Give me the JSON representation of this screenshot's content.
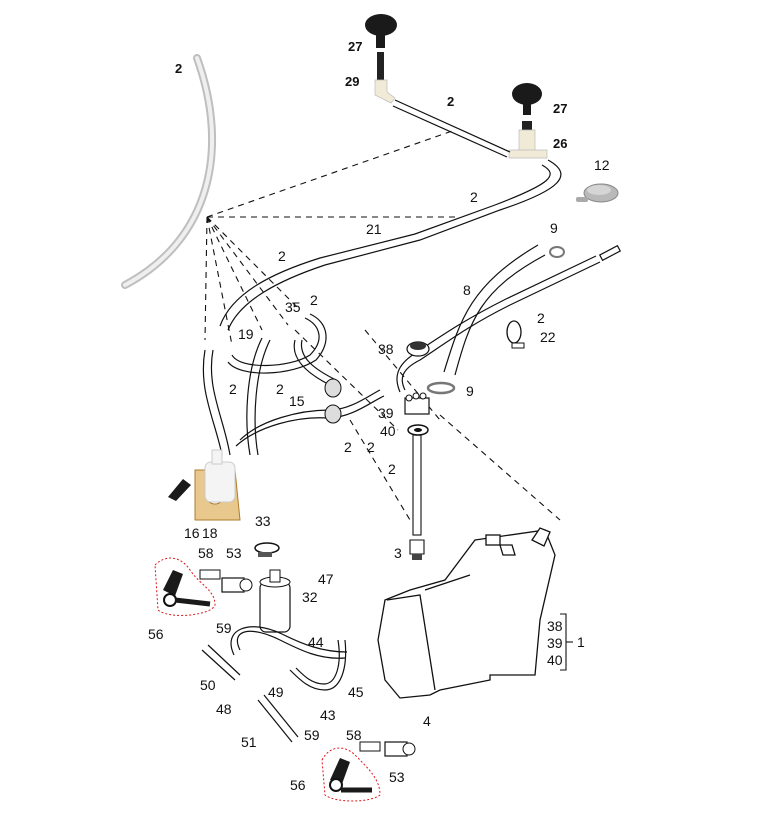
{
  "diagram": {
    "title": "Windscreen / headlamp washer system - exploded parts diagram",
    "colors": {
      "line": "#111111",
      "hose_clear": "#d8d8d8",
      "nozzle_black": "#1a1a1a",
      "highlight_outline": "#e0161b",
      "pump_white": "#f2f2f2",
      "pump_bracket": "#d9a24a"
    },
    "callouts": [
      {
        "id": "c-2-clear-hose",
        "label": "2"
      },
      {
        "id": "c-27-top",
        "label": "27"
      },
      {
        "id": "c-29",
        "label": "29"
      },
      {
        "id": "c-2-top-hose",
        "label": "2"
      },
      {
        "id": "c-27-right",
        "label": "27"
      },
      {
        "id": "c-26",
        "label": "26"
      },
      {
        "id": "c-12",
        "label": "12"
      },
      {
        "id": "c-2-upper-long",
        "label": "2"
      },
      {
        "id": "c-21",
        "label": "21"
      },
      {
        "id": "c-9-top",
        "label": "9"
      },
      {
        "id": "c-2-mid",
        "label": "2"
      },
      {
        "id": "c-8",
        "label": "8"
      },
      {
        "id": "c-2-right",
        "label": "2"
      },
      {
        "id": "c-22",
        "label": "22"
      },
      {
        "id": "c-35",
        "label": "35"
      },
      {
        "id": "c-2-35",
        "label": "2"
      },
      {
        "id": "c-19",
        "label": "19"
      },
      {
        "id": "c-38",
        "label": "38"
      },
      {
        "id": "c-9-bottom",
        "label": "9"
      },
      {
        "id": "c-2-left-a",
        "label": "2"
      },
      {
        "id": "c-2-left-b",
        "label": "2"
      },
      {
        "id": "c-15",
        "label": "15"
      },
      {
        "id": "c-39",
        "label": "39"
      },
      {
        "id": "c-40",
        "label": "40"
      },
      {
        "id": "c-2-valve-a",
        "label": "2"
      },
      {
        "id": "c-2-valve-b",
        "label": "2"
      },
      {
        "id": "c-2-vertical",
        "label": "2"
      },
      {
        "id": "c-16",
        "label": "16"
      },
      {
        "id": "c-18",
        "label": "18"
      },
      {
        "id": "c-33",
        "label": "33"
      },
      {
        "id": "c-3",
        "label": "3"
      },
      {
        "id": "c-58-top",
        "label": "58"
      },
      {
        "id": "c-53-top",
        "label": "53"
      },
      {
        "id": "c-47",
        "label": "47"
      },
      {
        "id": "c-32",
        "label": "32"
      },
      {
        "id": "c-56-top",
        "label": "56"
      },
      {
        "id": "c-59-top",
        "label": "59"
      },
      {
        "id": "c-44",
        "label": "44"
      },
      {
        "id": "c-50",
        "label": "50"
      },
      {
        "id": "c-49",
        "label": "49"
      },
      {
        "id": "c-45",
        "label": "45"
      },
      {
        "id": "c-48",
        "label": "48"
      },
      {
        "id": "c-43",
        "label": "43"
      },
      {
        "id": "c-4",
        "label": "4"
      },
      {
        "id": "c-51",
        "label": "51"
      },
      {
        "id": "c-59-bottom",
        "label": "59"
      },
      {
        "id": "c-58-bottom",
        "label": "58"
      },
      {
        "id": "c-53-bottom",
        "label": "53"
      },
      {
        "id": "c-56-bottom",
        "label": "56"
      }
    ],
    "assembly_group": {
      "items": [
        "38",
        "39",
        "40"
      ],
      "parent": "1"
    }
  }
}
